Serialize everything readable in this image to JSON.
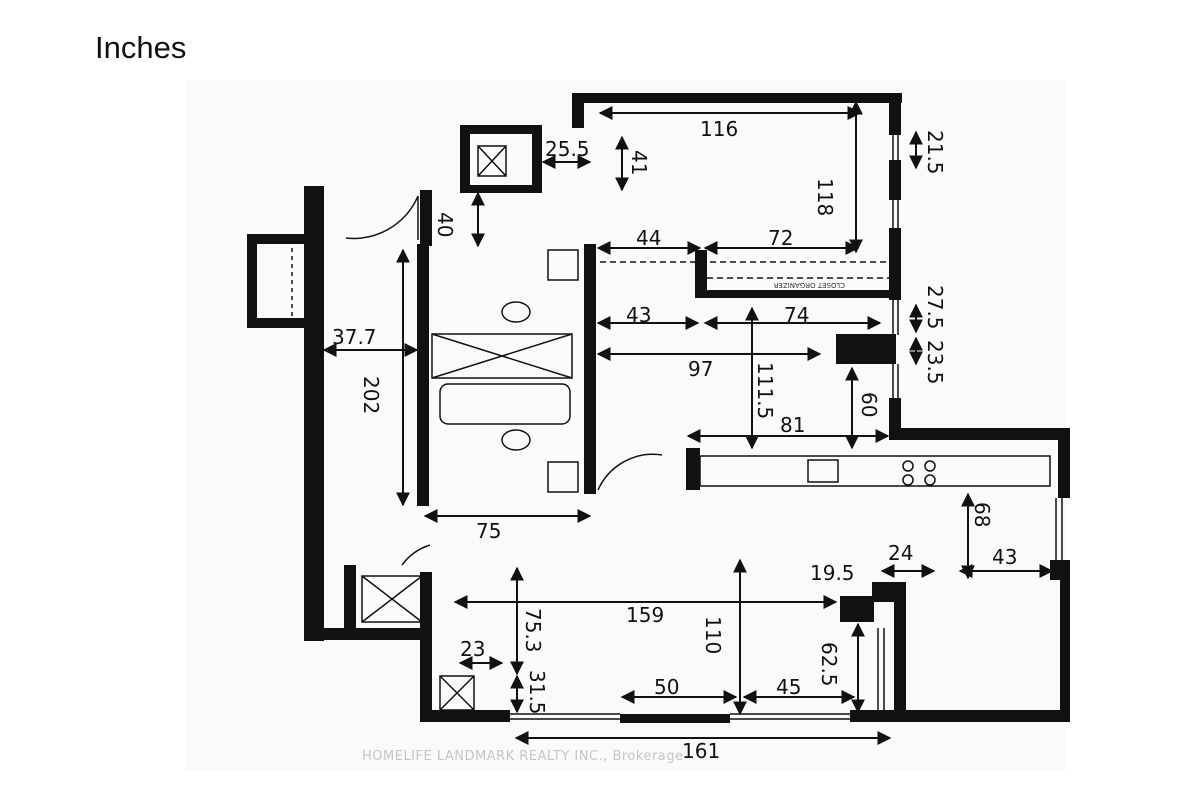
{
  "title": "Inches",
  "closet_note": "CLOSET ORGANIZER",
  "watermark": "HOMELIFE LANDMARK REALTY INC., Brokerage",
  "dimensions": {
    "d116": "116",
    "d118": "118",
    "d21_5": "21.5",
    "d25_5": "25.5",
    "d41": "41",
    "d40": "40",
    "d44": "44",
    "d72": "72",
    "d27_5": "27.5",
    "d43a": "43",
    "d74": "74",
    "d23_5": "23.5",
    "d37_7": "37.7",
    "d97": "97",
    "d202": "202",
    "d111_5": "111.5",
    "d60": "60",
    "d81": "81",
    "d68": "68",
    "d75": "75",
    "d24": "24",
    "d19_5": "19.5",
    "d43b": "43",
    "d159": "159",
    "d75_3": "75.3",
    "d110": "110",
    "d62_5": "62.5",
    "d23": "23",
    "d31_5": "31.5",
    "d50": "50",
    "d45": "45",
    "d161": "161"
  },
  "colors": {
    "wall": "#111111",
    "line": "#111111",
    "paper": "#ffffff",
    "tint": "#f4f4f4"
  }
}
